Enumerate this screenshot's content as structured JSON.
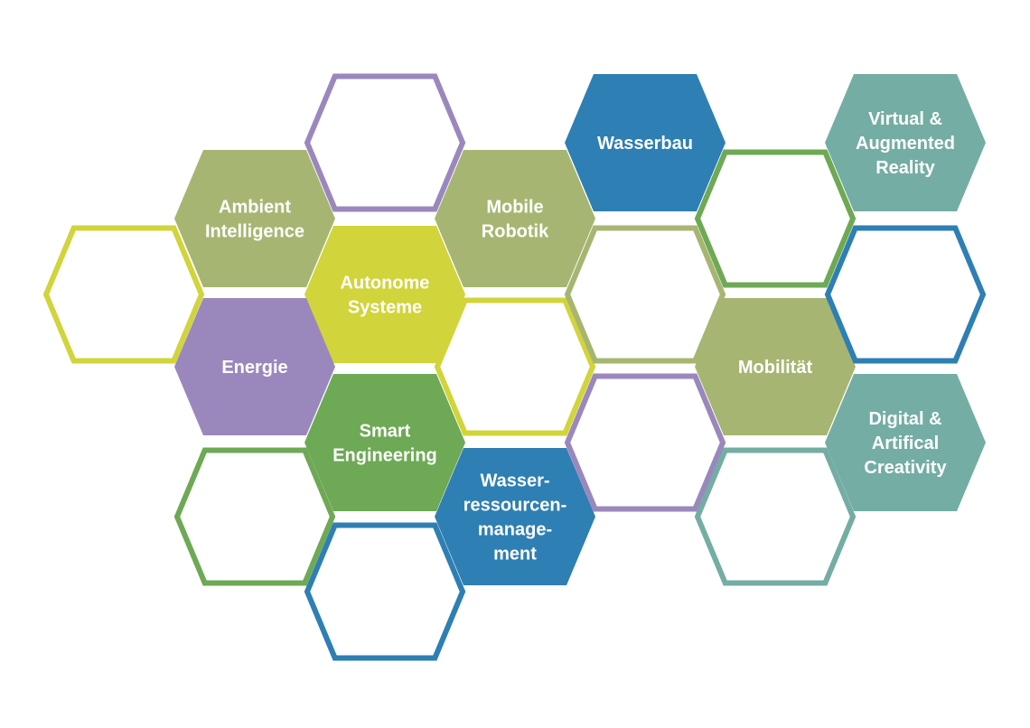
{
  "palette": {
    "olive": "#a6b672",
    "yellow": "#d1d43a",
    "purple": "#9a88bd",
    "green": "#6ea955",
    "blue": "#2e7fb3",
    "teal": "#74ada3",
    "label": "#ffffff",
    "background": "#ffffff"
  },
  "hexagons": [
    {
      "id": "ambient-intelligence",
      "style": "filled",
      "color": "olive",
      "lines": [
        "Ambient",
        "Intelligence"
      ]
    },
    {
      "id": "autonome-systeme",
      "style": "filled",
      "color": "yellow",
      "lines": [
        "Autonome",
        "Systeme"
      ]
    },
    {
      "id": "energie",
      "style": "filled",
      "color": "purple",
      "lines": [
        "Energie"
      ]
    },
    {
      "id": "smart-engineering",
      "style": "filled",
      "color": "green",
      "lines": [
        "Smart",
        "Engineering"
      ]
    },
    {
      "id": "mobile-robotik",
      "style": "filled",
      "color": "olive",
      "lines": [
        "Mobile",
        "Robotik"
      ]
    },
    {
      "id": "wasserressourcenmanagement",
      "style": "filled",
      "color": "blue",
      "lines": [
        "Wasser-",
        "ressourcen-",
        "manage-",
        "ment"
      ]
    },
    {
      "id": "wasserbau",
      "style": "filled",
      "color": "blue",
      "lines": [
        "Wasserbau"
      ]
    },
    {
      "id": "mobilitaet",
      "style": "filled",
      "color": "olive",
      "lines": [
        "Mobilität"
      ]
    },
    {
      "id": "virtual-augmented-reality",
      "style": "filled",
      "color": "teal",
      "lines": [
        "Virtual &",
        "Augmented",
        "Reality"
      ]
    },
    {
      "id": "digital-artifical-creativity",
      "style": "filled",
      "color": "teal",
      "lines": [
        "Digital &",
        "Artifical",
        "Creativity"
      ]
    },
    {
      "id": "outline-left",
      "style": "outline",
      "color": "yellow",
      "lines": []
    },
    {
      "id": "outline-top",
      "style": "outline",
      "color": "purple",
      "lines": []
    },
    {
      "id": "outline-bottom-left",
      "style": "outline",
      "color": "green",
      "lines": []
    },
    {
      "id": "outline-bottom",
      "style": "outline",
      "color": "blue",
      "lines": []
    },
    {
      "id": "outline-center",
      "style": "outline",
      "color": "yellow",
      "lines": []
    },
    {
      "id": "outline-mid",
      "style": "outline",
      "color": "olive",
      "lines": []
    },
    {
      "id": "outline-lower-mid",
      "style": "outline",
      "color": "purple",
      "lines": []
    },
    {
      "id": "outline-upper-right",
      "style": "outline",
      "color": "green",
      "lines": []
    },
    {
      "id": "outline-right",
      "style": "outline",
      "color": "blue",
      "lines": []
    },
    {
      "id": "outline-lower-right",
      "style": "outline",
      "color": "teal",
      "lines": []
    }
  ]
}
